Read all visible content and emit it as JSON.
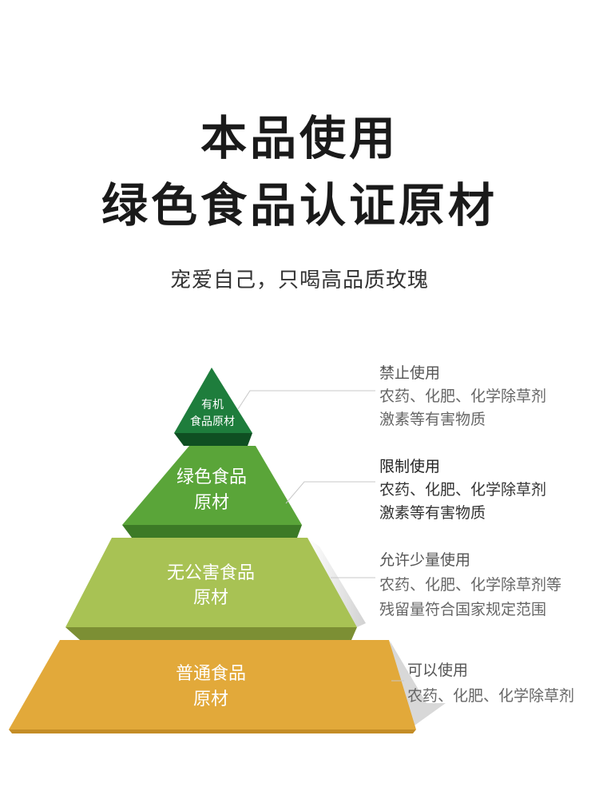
{
  "title": {
    "line1": "本品使用",
    "line2": "绿色食品认证原材"
  },
  "subtitle": "宠爱自己，只喝高品质玫瑰",
  "colors": {
    "organic": "#1e7d3c",
    "green": "#5aa539",
    "pollution_free": "#a8c254",
    "ordinary": "#e2a93a"
  },
  "pyramid": {
    "organic": {
      "line1": "有机",
      "line2": "食品原材"
    },
    "green": {
      "line1": "绿色食品",
      "line2": "原材"
    },
    "pollution_free": {
      "line1": "无公害食品",
      "line2": "原材"
    },
    "ordinary": {
      "line1": "普通食品",
      "line2": "原材"
    }
  },
  "notes": {
    "organic": {
      "heading": "禁止使用",
      "line1": "农药、化肥、化学除草剂",
      "line2": "激素等有害物质"
    },
    "green": {
      "heading": "限制使用",
      "line1": "农药、化肥、化学除草剂",
      "line2": "激素等有害物质"
    },
    "pollution_free": {
      "heading": "允许少量使用",
      "line1": "农药、化肥、化学除草剂等",
      "line2": "残留量符合国家规定范围"
    },
    "ordinary": {
      "heading": "可以使用",
      "line1": "农药、化肥、化学除草剂"
    }
  }
}
